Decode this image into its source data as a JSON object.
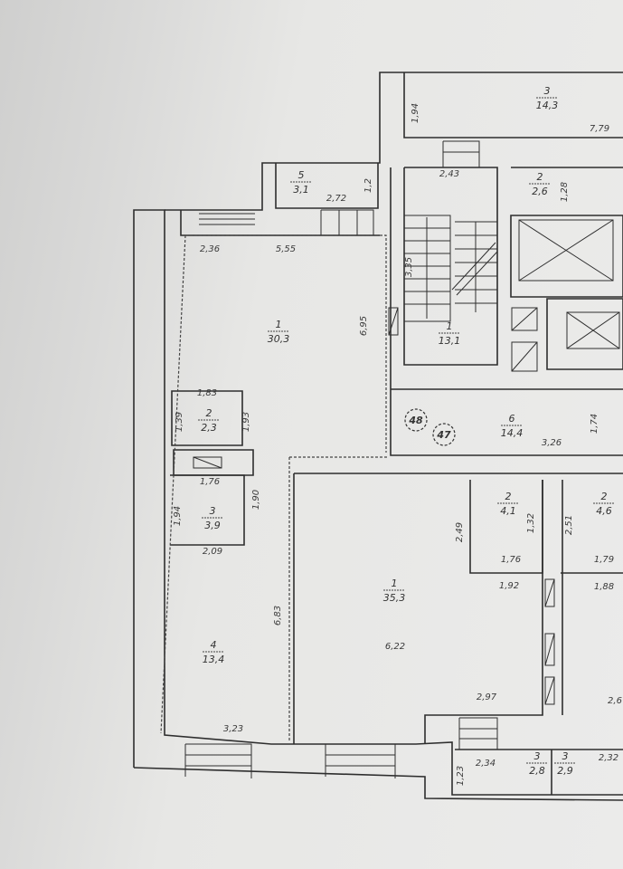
{
  "plan": {
    "rooms": [
      {
        "name": "room-3-top",
        "number": "3",
        "area": "14,3"
      },
      {
        "name": "room-5",
        "number": "5",
        "area": "3,1"
      },
      {
        "name": "room-2-top",
        "number": "2",
        "area": "2,6"
      },
      {
        "name": "room-stair",
        "number": "1",
        "area": "13,1"
      },
      {
        "name": "room-1-left",
        "number": "1",
        "area": "30,3"
      },
      {
        "name": "room-2-left",
        "number": "2",
        "area": "2,3"
      },
      {
        "name": "room-6",
        "number": "6",
        "area": "14,4"
      },
      {
        "name": "room-3-left",
        "number": "3",
        "area": "3,9"
      },
      {
        "name": "room-4",
        "number": "4",
        "area": "13,4"
      },
      {
        "name": "room-1-center",
        "number": "1",
        "area": "35,3"
      },
      {
        "name": "room-2-center",
        "number": "2",
        "area": "4,1"
      },
      {
        "name": "room-2-right",
        "number": "2",
        "area": "4,6"
      },
      {
        "name": "room-3-bottom-left",
        "number": "3",
        "area": "2,8"
      },
      {
        "name": "room-3-bottom-right",
        "number": "3",
        "area": "2,9"
      }
    ],
    "dimensions": [
      "1,94",
      "7,79",
      "2,72",
      "1,2",
      "2,43",
      "1,28",
      "3,35",
      "2,36",
      "5,55",
      "6,95",
      "1,83",
      "1,39",
      "1,93",
      "3,26",
      "1,74",
      "1,76",
      "1,94",
      "1,90",
      "2,09",
      "6,83",
      "3,23",
      "6,22",
      "1,32",
      "2,49",
      "1,76",
      "1,92",
      "2,51",
      "1,79",
      "1,88",
      "2,97",
      "2,6",
      "2,34",
      "1,23",
      "2,32"
    ],
    "apartment_markers": [
      "48",
      "47"
    ]
  }
}
